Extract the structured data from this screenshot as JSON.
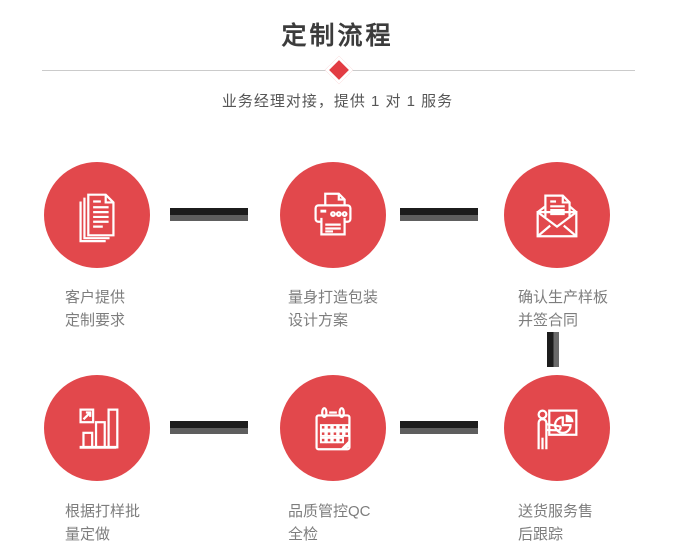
{
  "header": {
    "title": "定制流程",
    "subtitle": "业务经理对接，提供 1 对 1 服务"
  },
  "steps": [
    {
      "icon": "paper-stack-icon",
      "lines": [
        "客户提供",
        "定制要求"
      ]
    },
    {
      "icon": "printer-icon",
      "lines": [
        "量身打造包装",
        "设计方案"
      ]
    },
    {
      "icon": "envelope-letter-icon",
      "lines": [
        "确认生产样板",
        "并签合同"
      ]
    },
    {
      "icon": "bar-chart-icon",
      "lines": [
        "根据打样批",
        "量定做"
      ]
    },
    {
      "icon": "calendar-icon",
      "lines": [
        "品质管控QC",
        "全检"
      ]
    },
    {
      "icon": "presentation-board-icon",
      "lines": [
        "送货服务售",
        "后跟踪"
      ]
    }
  ],
  "colors": {
    "accent_red": "#e2484c",
    "diamond_red": "#e23c43",
    "connector_dark": "#1c1c1c",
    "connector_gray": "#5e5e5e",
    "divider_gray": "#cbcbcb",
    "title_text": "#3c3c3c",
    "subtitle_text": "#565656",
    "label_text": "#7d7d7d"
  }
}
